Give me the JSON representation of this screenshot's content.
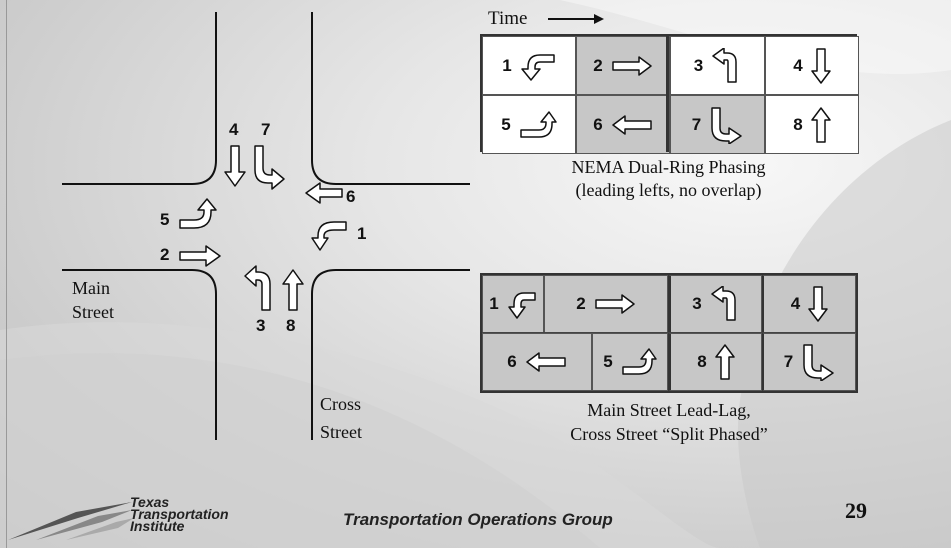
{
  "time_label": "Time",
  "intersection": {
    "main_street": "Main\nStreet",
    "cross_street": "Cross\nStreet",
    "movements": [
      {
        "id": "4",
        "icon": "down-arrow"
      },
      {
        "id": "7",
        "icon": "down-right-turn-arrow"
      },
      {
        "id": "6",
        "icon": "left-arrow"
      },
      {
        "id": "1",
        "icon": "left-turn-arrow"
      },
      {
        "id": "5",
        "icon": "right-left-turn-arrow"
      },
      {
        "id": "2",
        "icon": "right-arrow"
      },
      {
        "id": "3",
        "icon": "up-left-turn-arrow"
      },
      {
        "id": "8",
        "icon": "up-arrow"
      }
    ]
  },
  "nema": {
    "caption_line1": "NEMA Dual-Ring Phasing",
    "caption_line2": "(leading lefts, no overlap)",
    "ring1": [
      {
        "phase": "1",
        "icon": "left-turn-arrow",
        "shade": "white"
      },
      {
        "phase": "2",
        "icon": "right-arrow",
        "shade": "gray"
      },
      {
        "phase": "3",
        "icon": "up-left-turn-arrow",
        "shade": "white"
      },
      {
        "phase": "4",
        "icon": "down-arrow",
        "shade": "white"
      }
    ],
    "ring2": [
      {
        "phase": "5",
        "icon": "right-left-turn-arrow",
        "shade": "white"
      },
      {
        "phase": "6",
        "icon": "left-arrow",
        "shade": "gray"
      },
      {
        "phase": "7",
        "icon": "down-right-turn-arrow",
        "shade": "gray"
      },
      {
        "phase": "8",
        "icon": "up-arrow",
        "shade": "white"
      }
    ]
  },
  "leadlag": {
    "caption_line1": "Main Street Lead-Lag,",
    "caption_line2": "Cross Street “Split Phased”",
    "ring1": [
      {
        "phase": "1",
        "icon": "left-turn-arrow"
      },
      {
        "phase": "2",
        "icon": "right-arrow"
      },
      {
        "phase": "3",
        "icon": "up-left-turn-arrow"
      },
      {
        "phase": "4",
        "icon": "down-arrow"
      }
    ],
    "ring2": [
      {
        "phase": "6",
        "icon": "left-arrow"
      },
      {
        "phase": "5",
        "icon": "right-left-turn-arrow"
      },
      {
        "phase": "8",
        "icon": "up-arrow"
      },
      {
        "phase": "7",
        "icon": "down-right-turn-arrow"
      }
    ]
  },
  "footer": {
    "logo_line1": "Texas",
    "logo_line2": "Transportation",
    "logo_line3": "Institute",
    "group": "Transportation Operations Group",
    "page": "29"
  }
}
